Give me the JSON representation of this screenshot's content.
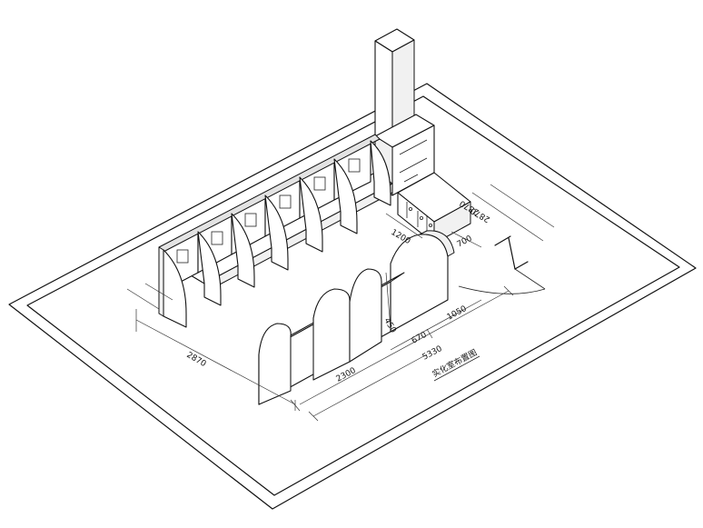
{
  "title": "实化室布置图",
  "dimensions": {
    "top_right_a": "2870",
    "top_right_b": "2870",
    "left": "2870",
    "d1200": "1200",
    "d700": "700",
    "d450": "450",
    "d1050": "1050",
    "d670": "670",
    "d5330": "5330",
    "d2300": "2300"
  }
}
